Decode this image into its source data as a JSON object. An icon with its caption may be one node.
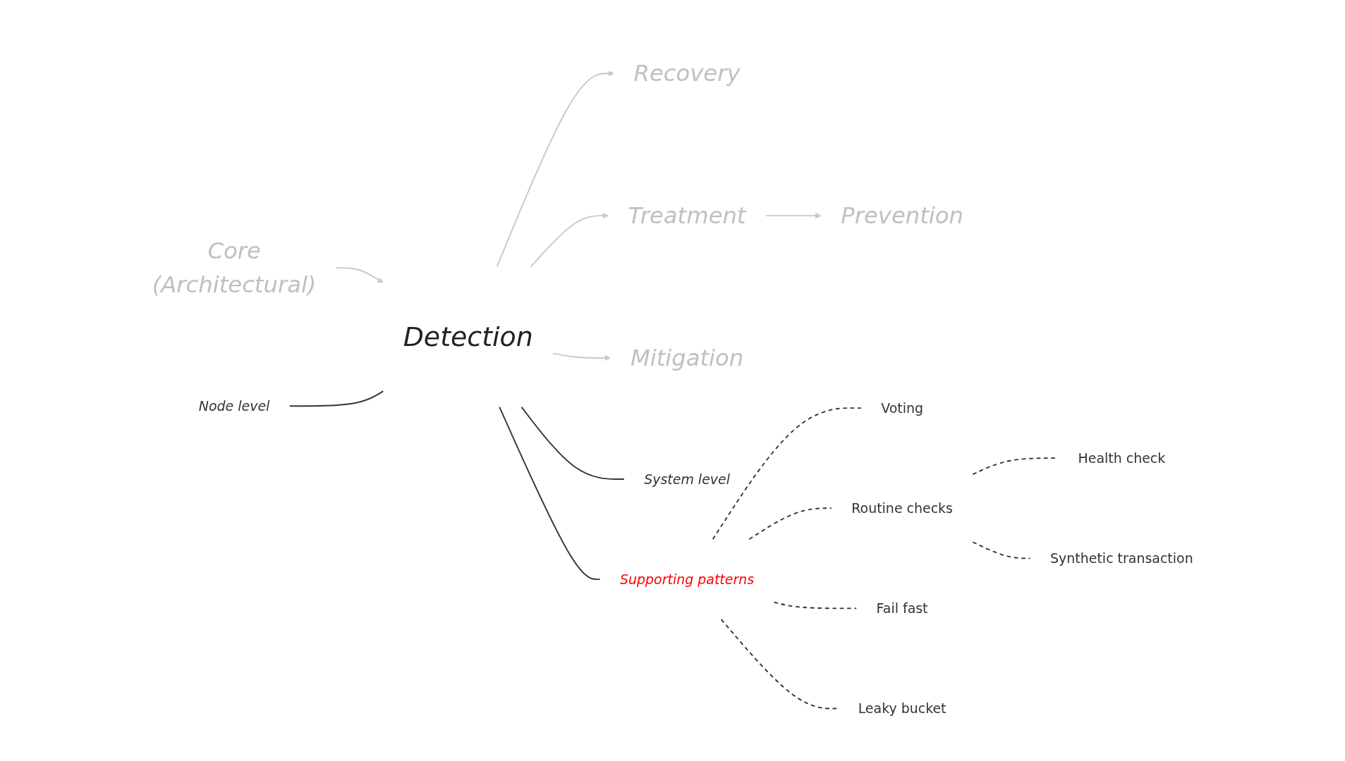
{
  "diagram": {
    "nodes": [
      {
        "text": [
          "Core",
          "(Architectural)"
        ]
      },
      {
        "text": [
          "Detection"
        ]
      },
      {
        "text": [
          "Recovery"
        ]
      },
      {
        "text": [
          "Treatment"
        ]
      },
      {
        "text": [
          "Prevention"
        ]
      },
      {
        "text": [
          "Mitigation"
        ]
      },
      {
        "text": [
          "Node level"
        ]
      },
      {
        "text": [
          "System level"
        ]
      },
      {
        "text": [
          "Supporting patterns"
        ]
      },
      {
        "text": [
          "Voting"
        ]
      },
      {
        "text": [
          "Routine checks"
        ]
      },
      {
        "text": [
          "Fail fast"
        ]
      },
      {
        "text": [
          "Leaky bucket"
        ]
      },
      {
        "text": [
          "Health check"
        ]
      },
      {
        "text": [
          "Synthetic transaction"
        ]
      }
    ],
    "edges": [
      {
        "from": 0,
        "to": 1,
        "arrow": "to",
        "color": "#c8c8c8"
      },
      {
        "from": 1,
        "to": 2,
        "arrow": "to",
        "color": "#c8c8c8"
      },
      {
        "from": 1,
        "to": 3,
        "arrow": "to",
        "color": "#c8c8c8"
      },
      {
        "from": 3,
        "to": 4,
        "arrow": "to",
        "color": "#c8c8c8"
      },
      {
        "from": 1,
        "to": 5,
        "arrow": "to",
        "color": "#c8c8c8"
      },
      {
        "from": 6,
        "to": 1,
        "arrow": "none"
      },
      {
        "from": 1,
        "to": 8,
        "arrow": "none"
      },
      {
        "from": 1,
        "to": 7,
        "arrow": "none"
      },
      {
        "from": 8,
        "to": 9,
        "arrow": "none",
        "style": "dashed"
      },
      {
        "from": 8,
        "to": 10,
        "arrow": "none",
        "style": "dashed"
      },
      {
        "from": 8,
        "to": 12,
        "arrow": "none",
        "style": "dashed"
      },
      {
        "from": 8,
        "to": 11,
        "arrow": "none",
        "style": "dashed"
      },
      {
        "from": 10,
        "to": 13,
        "arrow": "none",
        "style": "dashed"
      },
      {
        "from": 10,
        "to": 14,
        "arrow": "none",
        "style": "dashed"
      }
    ]
  }
}
